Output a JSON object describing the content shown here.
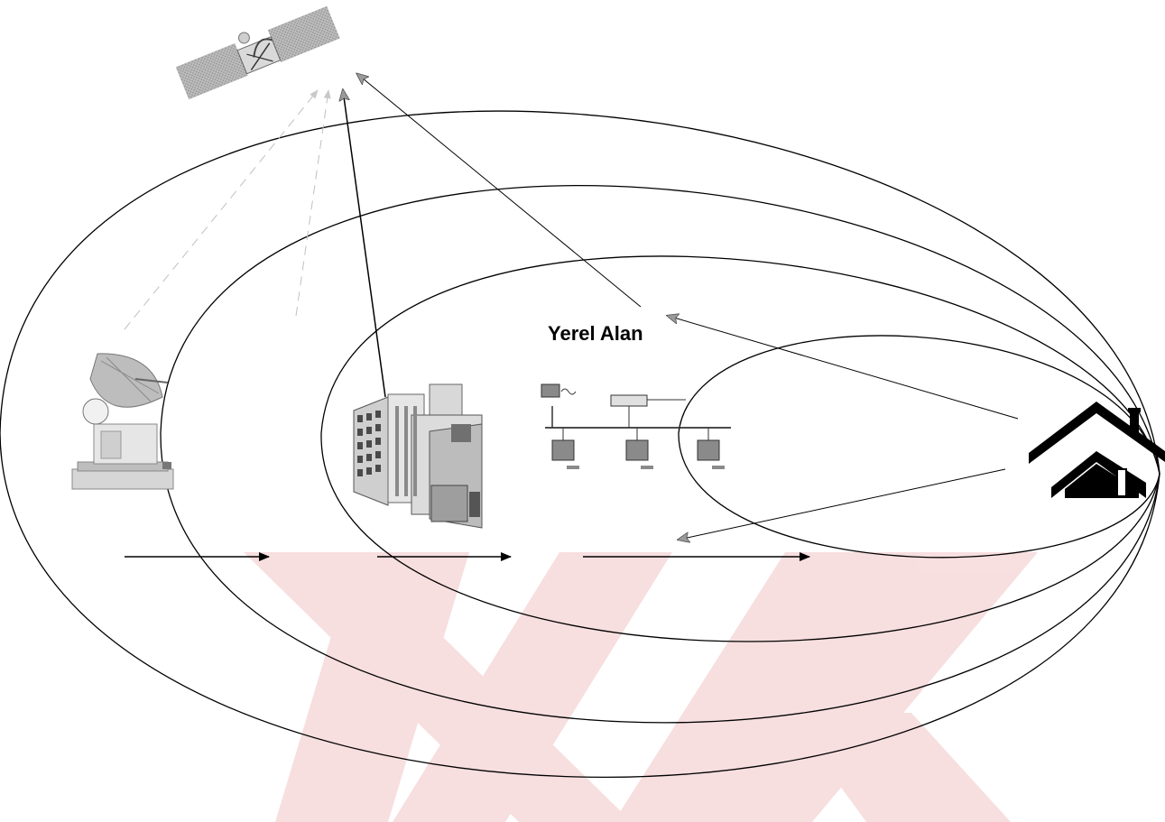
{
  "diagram": {
    "local_area_label": "Yerel Alan",
    "nodes": [
      {
        "id": "satellite",
        "icon": "satellite-icon"
      },
      {
        "id": "ground-station",
        "icon": "satellite-dish-icon"
      },
      {
        "id": "city-buildings",
        "icon": "office-buildings-icon"
      },
      {
        "id": "local-network",
        "icon": "lan-network-icon"
      },
      {
        "id": "home",
        "icon": "house-icon"
      }
    ],
    "zones": [
      "outermost-zone",
      "outer-zone",
      "middle-zone",
      "home-zone"
    ],
    "colors": {
      "line": "#000000",
      "watermark": "#f2c4c6",
      "icon_gray": "#9a9a9a",
      "arrow_gray": "#808080"
    }
  }
}
